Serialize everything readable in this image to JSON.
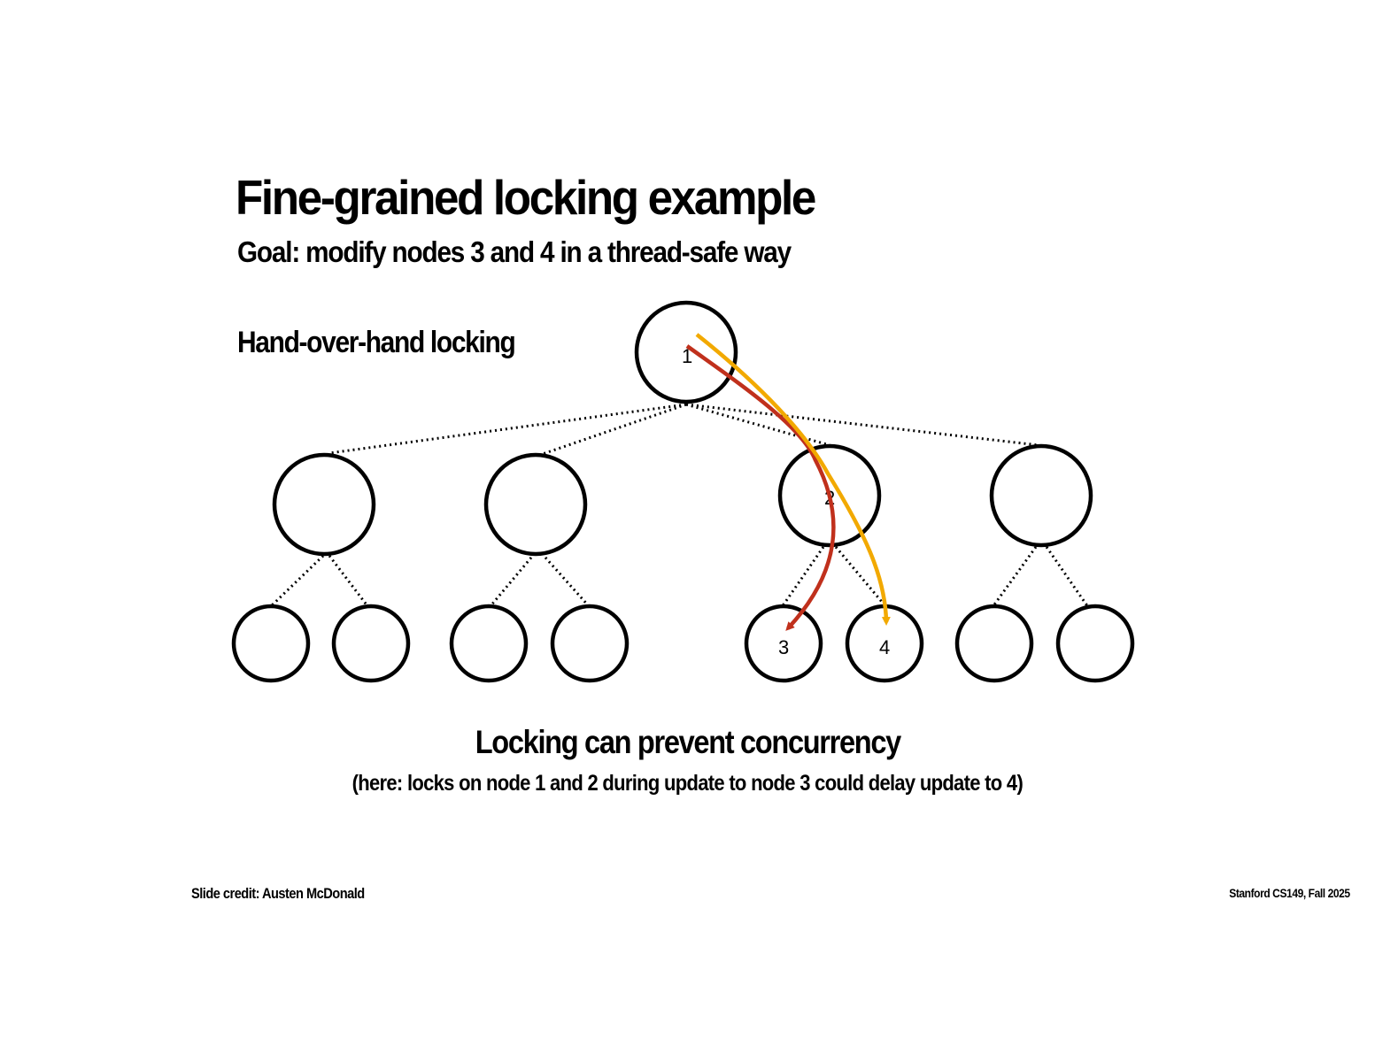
{
  "title": "Fine-grained locking example",
  "subtitle": "Goal: modify nodes 3 and 4 in a thread-safe way",
  "technique_label": "Hand-over-hand locking",
  "tree": {
    "root_label": "1",
    "level2_labels": [
      "",
      "",
      "2",
      ""
    ],
    "leaf_labels": [
      "",
      "",
      "",
      "",
      "3",
      "4",
      "",
      ""
    ]
  },
  "paths": [
    {
      "from": "1",
      "via": "2",
      "to": "3",
      "color": "#c0301c"
    },
    {
      "from": "1",
      "via": "2",
      "to": "4",
      "color": "#f2a900"
    }
  ],
  "caption": "Locking can prevent concurrency",
  "caption_detail": "(here: locks on node 1 and 2 during update to node 3 could delay update to 4)",
  "credit": "Slide credit: Austen McDonald",
  "course": "Stanford CS149, Fall 2025"
}
